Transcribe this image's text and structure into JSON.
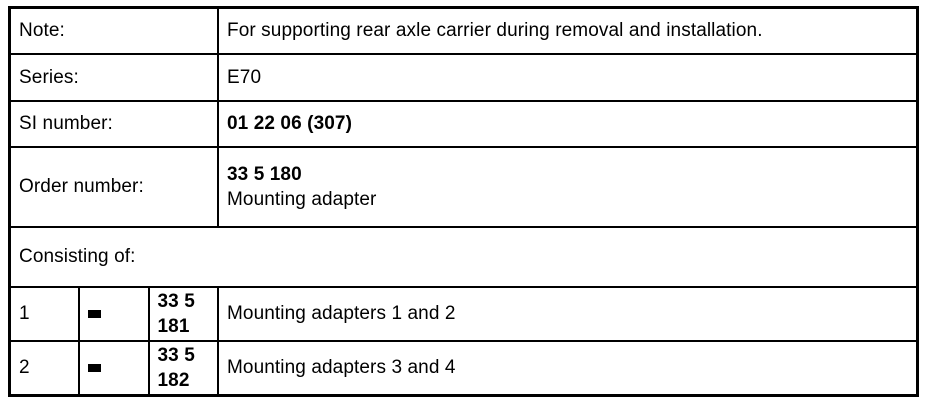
{
  "table": {
    "rows": [
      {
        "label": "Note:",
        "value": "For supporting rear axle carrier during removal and installation."
      },
      {
        "label": "Series:",
        "value": "E70"
      },
      {
        "label": "SI number:",
        "value": "01 22 06 (307)"
      },
      {
        "label": "Order number:",
        "value_line1": "33 5 180",
        "value_line2": "Mounting adapter"
      }
    ],
    "consisting_of_label": "Consisting of:",
    "items": [
      {
        "index": "1",
        "mark": "filled-square",
        "part_number": "33 5 181",
        "description": "Mounting adapters 1 and 2"
      },
      {
        "index": "2",
        "mark": "filled-square",
        "part_number": "33 5 182",
        "description": "Mounting adapters 3 and 4"
      }
    ]
  },
  "colors": {
    "border": "#000000",
    "text": "#000000",
    "background": "#ffffff"
  }
}
